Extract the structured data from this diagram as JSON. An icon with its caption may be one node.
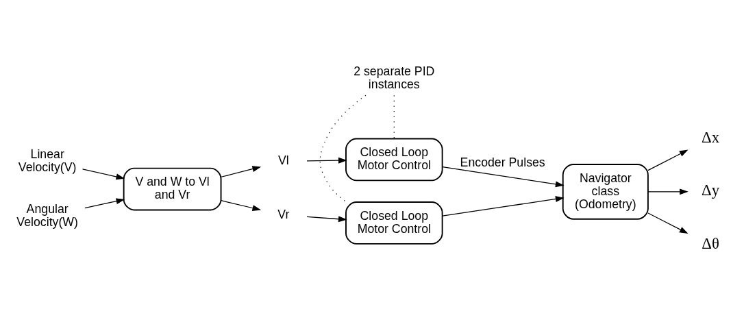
{
  "diagram": {
    "nodes": [
      {
        "text": [
          "Linear Velocity(V)"
        ]
      },
      {
        "text": [
          "Angular Velocity(W)"
        ]
      },
      {
        "text": [
          "V and W to Vl and Vr"
        ]
      },
      {
        "text": [
          "Vl"
        ]
      },
      {
        "text": [
          "Vr"
        ]
      },
      {
        "text": [
          "Closed Loop Motor Control"
        ]
      },
      {
        "text": [
          "Closed Loop Motor Control"
        ]
      },
      {
        "text": [
          "2 separate PID instances"
        ]
      },
      {
        "text": [
          "Navigator class (Odometry)"
        ]
      },
      {
        "text": [
          "Δx"
        ]
      },
      {
        "text": [
          "Δy"
        ]
      },
      {
        "text": [
          "Δθ"
        ]
      }
    ],
    "edges": [
      {
        "from": 0,
        "to": 2,
        "arrow": "to"
      },
      {
        "from": 1,
        "to": 2,
        "arrow": "to"
      },
      {
        "from": 2,
        "to": 3,
        "arrow": "to"
      },
      {
        "from": 2,
        "to": 4,
        "arrow": "to"
      },
      {
        "from": 3,
        "to": 5,
        "arrow": "to"
      },
      {
        "from": 4,
        "to": 6,
        "arrow": "to"
      },
      {
        "from": 7,
        "to": 5,
        "arrow": "none",
        "style": "dashed"
      },
      {
        "from": 7,
        "to": 6,
        "arrow": "none",
        "style": "dashed"
      },
      {
        "from": 6,
        "to": 8,
        "arrow": "to"
      },
      {
        "from": 5,
        "to": 8,
        "arrow": "to",
        "label": "Encoder Pulses"
      },
      {
        "from": 8,
        "to": 9,
        "arrow": "to"
      },
      {
        "from": 8,
        "to": 10,
        "arrow": "to"
      },
      {
        "from": 8,
        "to": 11,
        "arrow": "to"
      }
    ]
  }
}
